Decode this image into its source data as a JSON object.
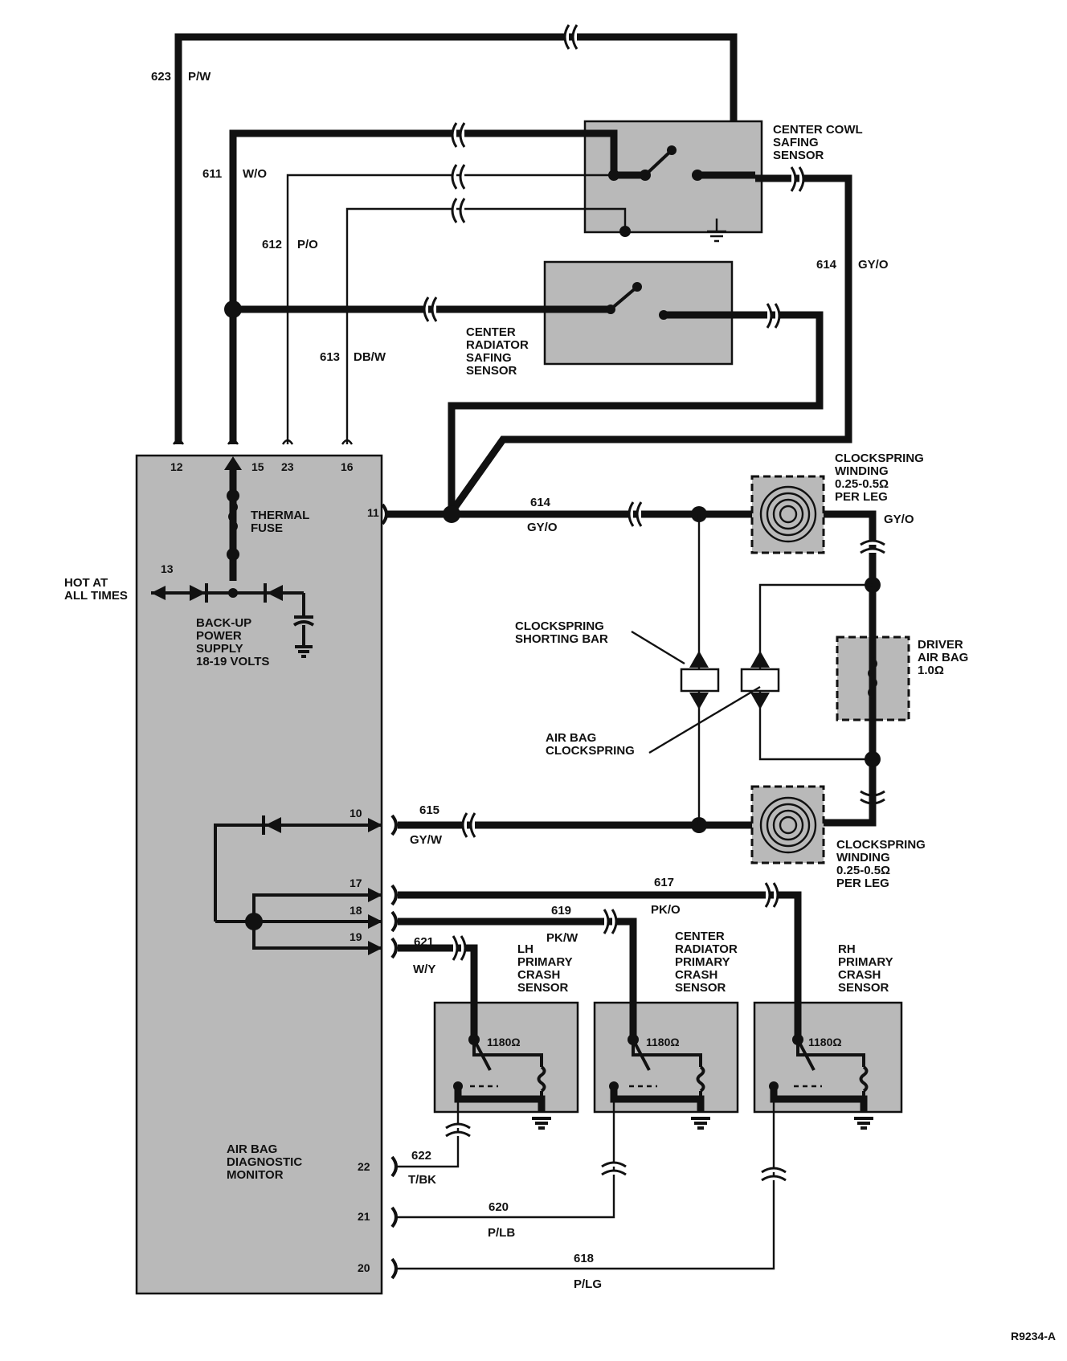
{
  "components": {
    "center_cowl": [
      "CENTER COWL",
      "SAFING",
      "SENSOR"
    ],
    "center_radiator_safing": [
      "CENTER",
      "RADIATOR",
      "SAFING",
      "SENSOR"
    ],
    "clockspring_winding_top": [
      "CLOCKSPRING",
      "WINDING",
      "0.25-0.5Ω",
      "PER LEG"
    ],
    "clockspring_winding_bottom": [
      "CLOCKSPRING",
      "WINDING",
      "0.25-0.5Ω",
      "PER LEG"
    ],
    "driver_air_bag": [
      "DRIVER",
      "AIR BAG",
      "1.0Ω"
    ],
    "shorting_bar": [
      "CLOCKSPRING",
      "SHORTING BAR"
    ],
    "air_bag_clockspring": [
      "AIR BAG",
      "CLOCKSPRING"
    ],
    "hot_at_all_times": [
      "HOT AT",
      "ALL TIMES"
    ],
    "thermal_fuse": [
      "THERMAL",
      "FUSE"
    ],
    "backup_power": [
      "BACK-UP",
      "POWER",
      "SUPPLY",
      "18-19 VOLTS"
    ],
    "monitor": [
      "AIR BAG",
      "DIAGNOSTIC",
      "MONITOR"
    ],
    "lh_primary": [
      "LH",
      "PRIMARY",
      "CRASH",
      "SENSOR"
    ],
    "center_radiator_primary": [
      "CENTER",
      "RADIATOR",
      "PRIMARY",
      "CRASH",
      "SENSOR"
    ],
    "rh_primary": [
      "RH",
      "PRIMARY",
      "CRASH",
      "SENSOR"
    ],
    "crash_sensor_resistance": "1180Ω"
  },
  "wires": {
    "w623": {
      "num": "623",
      "color": "P/W"
    },
    "w611": {
      "num": "611",
      "color": "W/O"
    },
    "w612": {
      "num": "612",
      "color": "P/O"
    },
    "w613": {
      "num": "613",
      "color": "DB/W"
    },
    "w614_right": {
      "num": "614",
      "color": "GY/O"
    },
    "w614_main": {
      "num": "614",
      "color": "GY/O"
    },
    "w614_clock": {
      "color": "GY/O"
    },
    "w615": {
      "num": "615",
      "color": "GY/W"
    },
    "w617": {
      "num": "617",
      "color": "PK/O"
    },
    "w619": {
      "num": "619",
      "color": "PK/W"
    },
    "w621": {
      "num": "621",
      "color": "W/Y"
    },
    "w622": {
      "num": "622",
      "color": "T/BK"
    },
    "w620": {
      "num": "620",
      "color": "P/LB"
    },
    "w618": {
      "num": "618",
      "color": "P/LG"
    }
  },
  "pins": {
    "p12": "12",
    "p15": "15",
    "p23": "23",
    "p16": "16",
    "p11": "11",
    "p13": "13",
    "p10": "10",
    "p17": "17",
    "p18": "18",
    "p19": "19",
    "p22": "22",
    "p21": "21",
    "p20": "20"
  },
  "figure_id": "R9234-A"
}
